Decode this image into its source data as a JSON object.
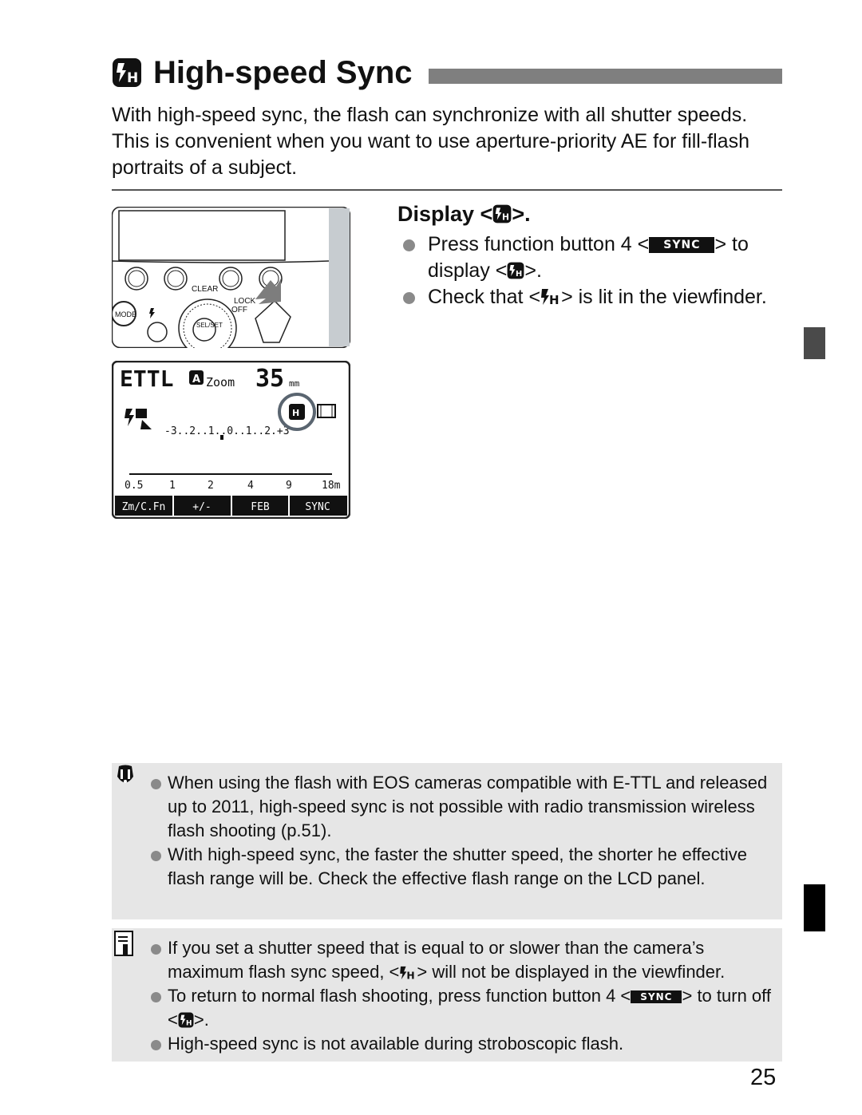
{
  "title": "High-speed Sync",
  "intro": "With high-speed sync, the flash can synchronize with all shutter speeds. This is convenient when you want to use aperture-priority AE for fill-flash portraits of a subject.",
  "section": {
    "heading_prefix": "Display <",
    "heading_suffix": ">.",
    "bullets": [
      {
        "a": "Press function button 4 <",
        "key": "SYNC",
        "b": "> to display <",
        "c": ">."
      },
      {
        "a": "Check that <",
        "b": "> is lit in the viewfinder."
      }
    ]
  },
  "flash_unit_labels": {
    "clear": "CLEAR",
    "lock": "LOCK",
    "off": "OFF",
    "mode": "MODE",
    "sel_set": "SEL/SET"
  },
  "lcd": {
    "mode": "ETTL",
    "zoom_label": "Zoom",
    "focal_length": "35",
    "focal_unit": "mm",
    "scale": "-3..2..1..0..1..2.+3",
    "distance_ticks": [
      "0.5",
      "1",
      "2",
      "4",
      "9",
      "18m"
    ],
    "function_buttons": [
      "Zm/C.Fn",
      "+/-",
      "FEB",
      "SYNC"
    ]
  },
  "caution": {
    "icon": "caution-icon",
    "items": [
      "When using the flash with EOS cameras compatible with E-TTL and released up to 2011, high-speed sync is not possible with radio transmission wireless flash shooting (p.51).",
      "With high-speed sync, the faster the shutter speed, the shorter  he effective flash range will be. Check the effective flash range on the LCD panel."
    ]
  },
  "notes": {
    "icon": "memo-icon",
    "item1_a": "If you set a shutter speed that is equal to or slower than the camera’s maximum flash sync speed, <",
    "item1_b": "> will not be displayed in the viewfinder.",
    "item2_a": "To return to normal flash shooting, press function button 4 <",
    "item2_key": "SYNC",
    "item2_b": "> to turn off <",
    "item2_c": ">.",
    "item3": "High-speed sync is not available during stroboscopic flash."
  },
  "page_number": "25"
}
